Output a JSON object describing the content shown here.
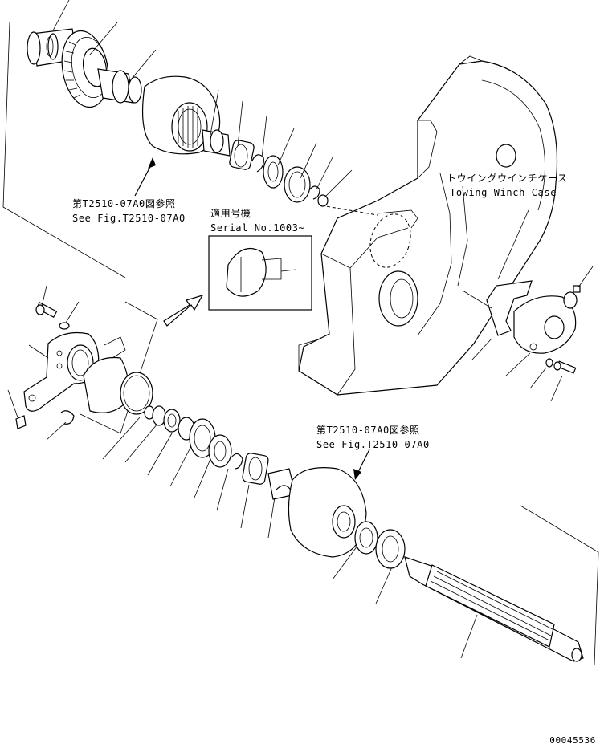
{
  "references": {
    "upper_ref_jp": "第T2510-07A0図参照",
    "upper_ref_en": "See Fig.T2510-07A0",
    "lower_ref_jp": "第T2510-07A0図参照",
    "lower_ref_en": "See Fig.T2510-07A0"
  },
  "serial_note": {
    "jp": "適用号機",
    "en": "Serial No.1003~"
  },
  "case_label": {
    "jp": "トウイングウインチケース",
    "en": "Towing Winch Case"
  },
  "drawing_number": "00045536"
}
